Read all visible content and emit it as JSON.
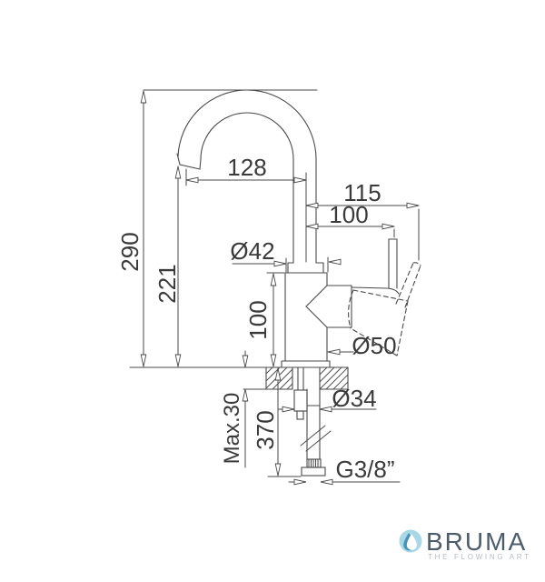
{
  "drawing": {
    "dimensions": {
      "overall_height": "290",
      "spout_height": "221",
      "spout_reach": "128",
      "handle_reach": "115",
      "lever_distance": "100",
      "neck_diameter": "Ø42",
      "body_height": "100",
      "body_diameter": "Ø50",
      "shank_diameter": "Ø34",
      "max_deck_thickness": "Max.30",
      "supply_length": "370",
      "connection_thread": "G3/8”"
    }
  },
  "logo": {
    "brand": "BRUMA",
    "tagline": "THE FLOWING ART",
    "colors": {
      "icon": "#a9d7e6",
      "icon_accent": "#4494b5",
      "drop": "#ffffff",
      "brand_text": "#4d5c6b",
      "tagline_text": "#b4bdc4"
    }
  },
  "colors": {
    "line": "#4a4a4a",
    "dim_text": "#3a3a3a"
  }
}
